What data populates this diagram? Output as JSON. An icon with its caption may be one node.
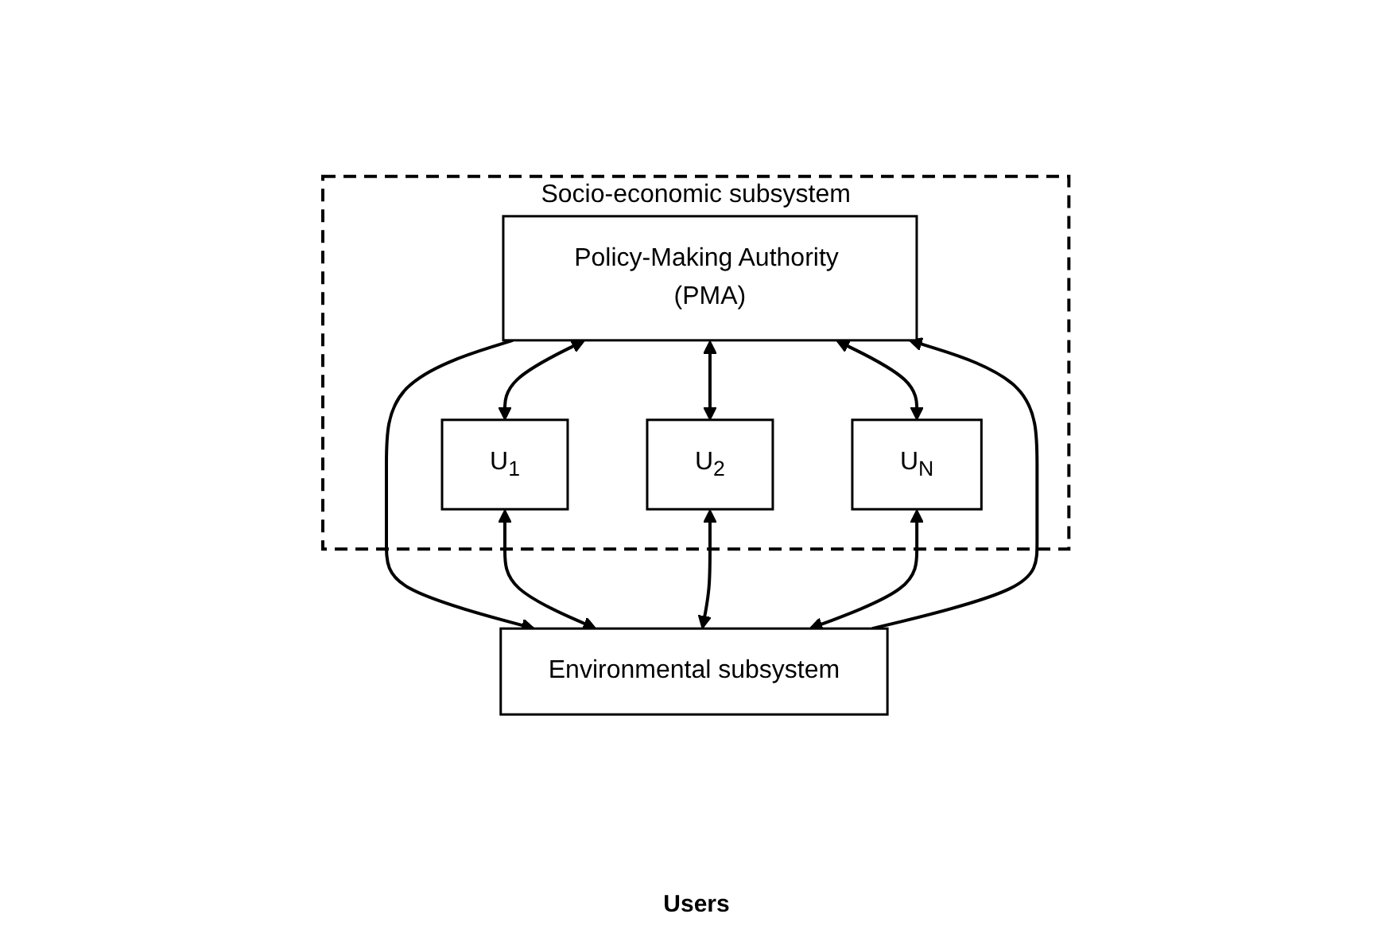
{
  "diagram": {
    "nodes": [
      {
        "text": [
          "Socio-economic subsystem"
        ]
      },
      {
        "text": [
          "Policy-Making Authority (PMA)"
        ],
        "in": 0
      },
      {
        "text": [
          "U$_{1}$"
        ],
        "in": 0
      },
      {
        "text": [
          "U$_{2}$"
        ],
        "in": 0
      },
      {
        "text": [
          "U$_{N}$"
        ],
        "in": 0
      },
      {
        "text": [
          "Environmental subsystem"
        ]
      }
    ],
    "edges": [
      {
        "from": 1,
        "to": 5,
        "arrow": "to"
      },
      {
        "from": 5,
        "to": 1,
        "arrow": "to"
      },
      {
        "from": 1,
        "to": 2,
        "arrow": "both"
      },
      {
        "from": 1,
        "to": 3,
        "arrow": "both"
      },
      {
        "from": 1,
        "to": 4,
        "arrow": "both"
      },
      {
        "from": 2,
        "to": 5,
        "arrow": "both"
      },
      {
        "from": 3,
        "to": 5,
        "arrow": "both"
      },
      {
        "from": 4,
        "to": 5,
        "arrow": "both"
      }
    ],
    "labels": [
      "Users"
    ]
  }
}
